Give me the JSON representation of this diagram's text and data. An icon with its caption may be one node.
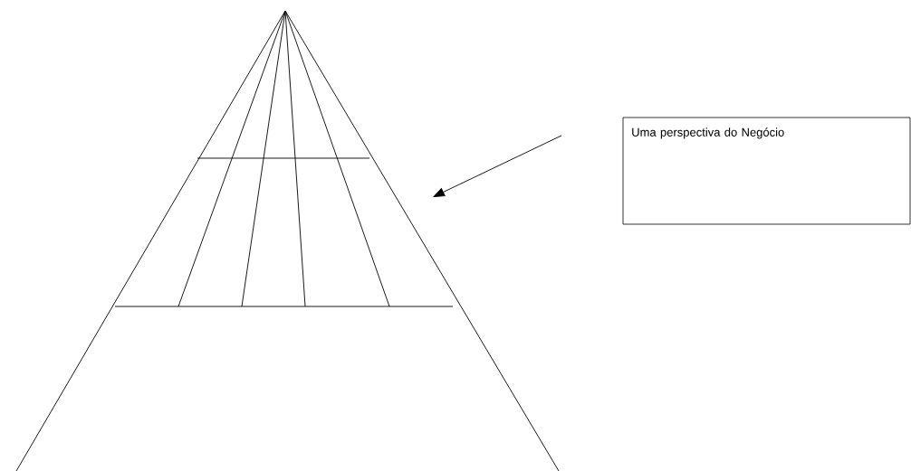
{
  "diagram": {
    "nodes": [
      {
        "text": [
          "Uma perspectiva do Negócio"
        ]
      },
      {
        "text": [],
        "shape": "picture"
      }
    ],
    "edges": [
      {
        "from": null,
        "to": 1,
        "arrow": "to"
      }
    ]
  }
}
